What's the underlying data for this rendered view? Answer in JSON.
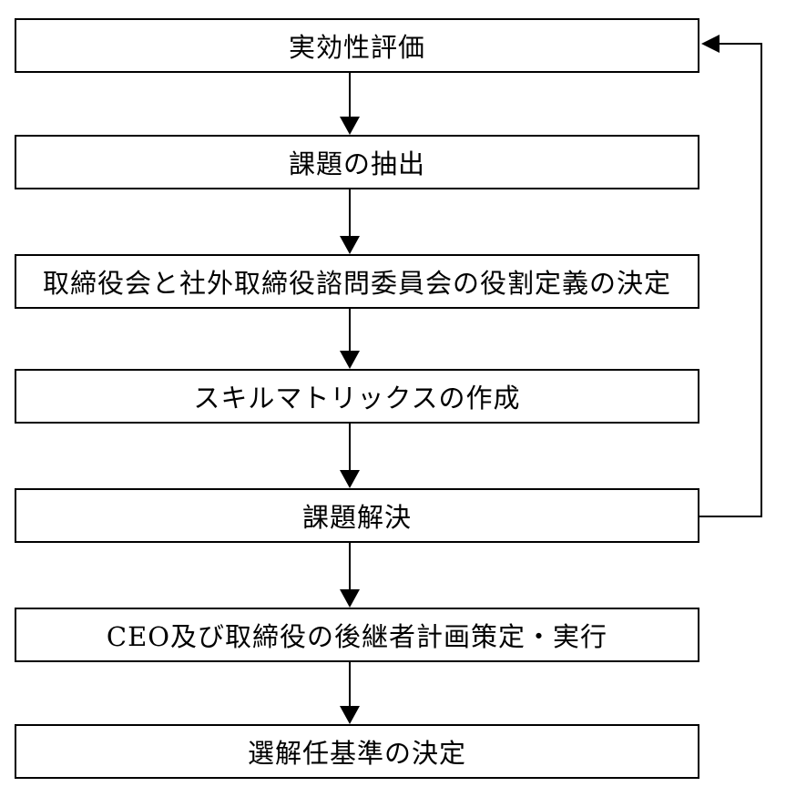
{
  "diagram": {
    "type": "flowchart",
    "colors": {
      "line": "#000000",
      "background": "#ffffff",
      "box_fill": "#ffffff",
      "text": "#000000"
    },
    "boxes": [
      {
        "id": "effectiveness-evaluation",
        "label": "実効性評価"
      },
      {
        "id": "issue-extraction",
        "label": "課題の抽出"
      },
      {
        "id": "role-definition",
        "label": "取締役会と社外取締役諮問委員会の役割定義の決定"
      },
      {
        "id": "skill-matrix",
        "label": "スキルマトリックスの作成"
      },
      {
        "id": "issue-resolution",
        "label": "課題解決"
      },
      {
        "id": "succession-plan",
        "label": "CEO及び取締役の後継者計画策定・実行"
      },
      {
        "id": "appointment-criteria",
        "label": "選解任基準の決定"
      }
    ],
    "connections": [
      {
        "from": "実効性評価",
        "to": "課題の抽出",
        "style": "arrow-down"
      },
      {
        "from": "課題の抽出",
        "to": "取締役会と社外取締役諮問委員会の役割定義の決定",
        "style": "arrow-down"
      },
      {
        "from": "取締役会と社外取締役諮問委員会の役割定義の決定",
        "to": "スキルマトリックスの作成",
        "style": "arrow-down"
      },
      {
        "from": "スキルマトリックスの作成",
        "to": "課題解決",
        "style": "arrow-down"
      },
      {
        "from": "課題解決",
        "to": "CEO及び取締役の後継者計画策定・実行",
        "style": "arrow-down"
      },
      {
        "from": "CEO及び取締役の後継者計画策定・実行",
        "to": "選解任基準の決定",
        "style": "arrow-down"
      },
      {
        "from": "課題解決",
        "to": "実効性評価",
        "style": "feedback-loop-right-side"
      }
    ]
  }
}
